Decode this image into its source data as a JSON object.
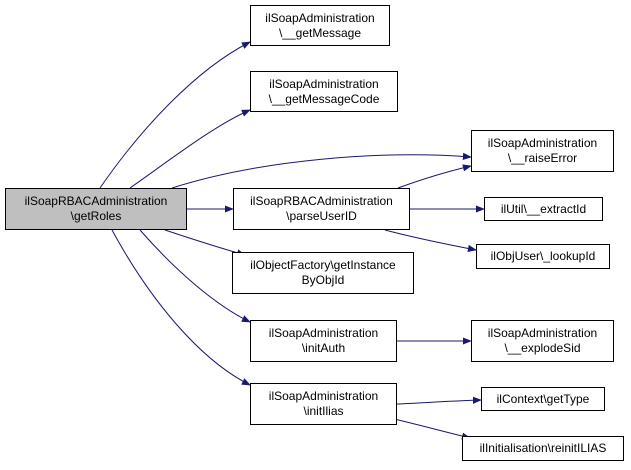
{
  "colors": {
    "edge": "#191970",
    "root_fill": "#bfbfbf",
    "node_fill": "#ffffff",
    "border": "#000000"
  },
  "nodes": {
    "root": {
      "line1": "ilSoapRBACAdministration",
      "line2": "\\getRoles"
    },
    "get_message": {
      "line1": "ilSoapAdministration",
      "line2": "\\__getMessage"
    },
    "get_message_code": {
      "line1": "ilSoapAdministration",
      "line2": "\\__getMessageCode"
    },
    "raise_error": {
      "line1": "ilSoapAdministration",
      "line2": "\\__raiseError"
    },
    "parse_user_id": {
      "line1": "ilSoapRBACAdministration",
      "line2": "\\parseUserID"
    },
    "extract_id": {
      "line1": "ilUtil\\__extractId"
    },
    "lookup_id": {
      "line1": "ilObjUser\\_lookupId"
    },
    "get_instance": {
      "line1": "ilObjectFactory\\getInstance",
      "line2": "ByObjId"
    },
    "init_auth": {
      "line1": "ilSoapAdministration",
      "line2": "\\initAuth"
    },
    "explode_sid": {
      "line1": "ilSoapAdministration",
      "line2": "\\__explodeSid"
    },
    "init_ilias": {
      "line1": "ilSoapAdministration",
      "line2": "\\initIlias"
    },
    "get_type": {
      "line1": "ilContext\\getType"
    },
    "reinit_ilias": {
      "line1": "ilInitialisation\\reinitILIAS"
    }
  }
}
